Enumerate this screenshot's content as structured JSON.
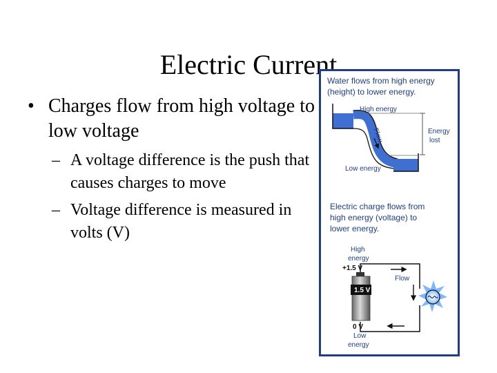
{
  "slide": {
    "title": "Electric Current",
    "bullets": [
      {
        "marker": "•",
        "text": "Charges flow from high voltage to low voltage"
      }
    ],
    "sub_bullets": [
      {
        "marker": "–",
        "text": "A voltage difference is the push that causes charges to move"
      },
      {
        "marker": "–",
        "text": "Voltage difference is measured in volts (V)"
      }
    ]
  },
  "figure": {
    "water": {
      "caption_line1": "Water flows from high energy",
      "caption_line2": "(height) to lower energy.",
      "high_label": "High energy",
      "low_label": "Low energy",
      "flow_label": "Flow",
      "lost_line1": "Energy",
      "lost_line2": "lost"
    },
    "electric": {
      "caption_line1": "Electric charge flows from",
      "caption_line2": "high energy (voltage) to",
      "caption_line3": "lower energy.",
      "high_line1": "High",
      "high_line2": "energy",
      "high_voltage": "+1.5 V",
      "battery_label": "1.5 V",
      "flow_label": "Flow",
      "low_voltage": "0 V",
      "low_line1": "Low",
      "low_line2": "energy"
    },
    "colors": {
      "border": "#1f3d8a",
      "water": "#3f6fd0",
      "text": "#1f3d8a",
      "wire": "#111111",
      "bulb_glow": "#7fb8ff"
    }
  }
}
